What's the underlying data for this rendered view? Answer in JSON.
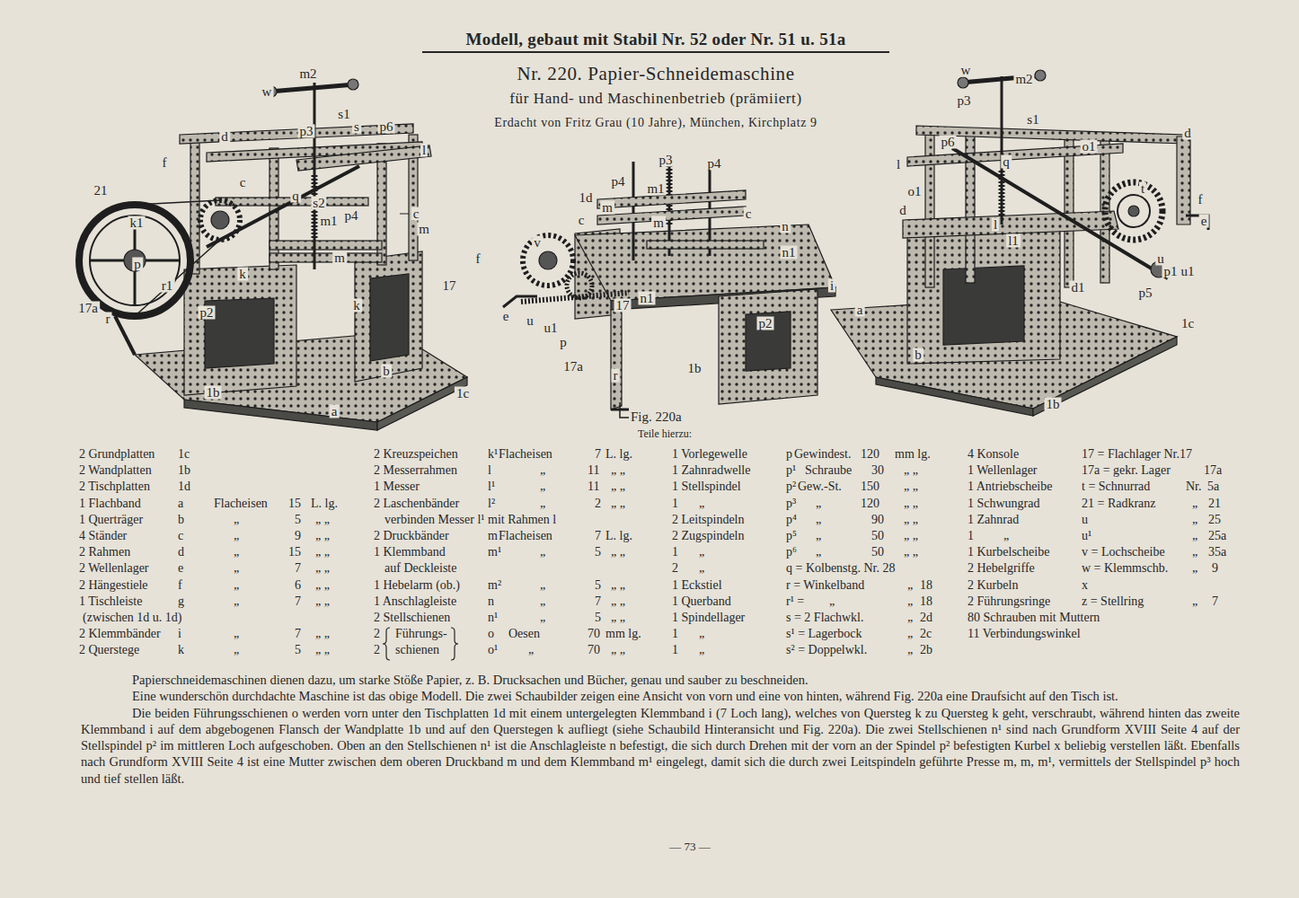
{
  "diagram": {
    "title": "Modell, gebaut mit Stabil Nr. 52 oder Nr. 51 u. 51a",
    "caption": "Fig. 220a",
    "labels": [
      "Nr. 220. Papier-Schneidemaschine",
      "für Hand- und Maschinenbetrieb (prämiiert)",
      "Erdacht von Fritz Grau (10 Jahre), München, Kirchplatz 9",
      "m2",
      "w",
      "s1",
      "s",
      "p6",
      "p3",
      "d",
      "l",
      "f",
      "c",
      "21",
      "q",
      "s2",
      "c",
      "p4",
      "m1",
      "k1",
      "m",
      "m",
      "p",
      "k",
      "17",
      "r1",
      "17a",
      "k",
      "p2",
      "r",
      "b",
      "1b",
      "1c",
      "a",
      "p3",
      "p4",
      "p4",
      "m1",
      "1d",
      "m",
      "c",
      "c",
      "m",
      "n",
      "v",
      "n1",
      "f",
      "i",
      "n1",
      "17",
      "e",
      "u",
      "u1",
      "p2",
      "p",
      "17a",
      "1b",
      "r",
      "w",
      "m2",
      "p3",
      "s1",
      "d",
      "p6",
      "o1",
      "q",
      "l",
      "o1",
      "t",
      "f",
      "d",
      "e",
      "l",
      "l1",
      "u",
      "p1",
      "u1",
      "d1",
      "p5",
      "a",
      "1c",
      "b",
      "1b",
      "Teile hierzu:",
      "2 Grundplatten",
      "1c",
      "2 Wandplatten",
      "1b",
      "2 Tischplatten",
      "1d",
      "1 Flachband",
      "a",
      "Flacheisen",
      "15",
      "L. lg.",
      "1 Querträger",
      "b",
      "„",
      "5",
      "„ „",
      "4 Ständer",
      "c",
      "„",
      "9",
      "„ „",
      "2 Rahmen",
      "d",
      "„",
      "15",
      "„ „",
      "2 Wellenlager",
      "e",
      "„",
      "7",
      "„ „",
      "2 Hängestiele",
      "f",
      "„",
      "6",
      "„ „",
      "1 Tischleiste",
      "g",
      "„",
      "7",
      "„ „",
      "(zwischen 1d u. 1d)",
      "2 Klemmbänder",
      "i",
      "„",
      "7",
      "„ „",
      "2 Querstege",
      "k",
      "„",
      "5",
      "„ „",
      "2 Kreuzspeichen",
      "k¹",
      "Flacheisen",
      "7",
      "L. lg.",
      "2 Messerrahmen",
      "l",
      "„",
      "11",
      "„ „",
      "1 Messer",
      "l¹",
      "„",
      "11",
      "„ „",
      "2 Laschenbänder",
      "l²",
      "„",
      "2",
      "„ „",
      "verbinden Messer l¹ mit Rahmen l",
      "2 Druckbänder",
      "m",
      "Flacheisen",
      "7",
      "L. lg.",
      "1 Klemmband",
      "m¹",
      "„",
      "5",
      "„ „",
      "auf Deckleiste",
      "1 Hebelarm (ob.)",
      "m²",
      "„",
      "5",
      "„ „",
      "1 Anschlagleiste",
      "n",
      "„",
      "7",
      "„ „",
      "2 Stellschienen",
      "n¹",
      "„",
      "5",
      "„ „",
      "2",
      "Führungs-",
      "o",
      "Oesen",
      "70",
      "mm lg.",
      "2",
      "schienen",
      "o¹",
      "„",
      "70",
      "„ „",
      "1 Vorlegewelle",
      "p",
      "Gewindest.",
      "120",
      "mm lg.",
      "1 Zahnradwelle",
      "p¹",
      "Schraube",
      "30",
      "„ „",
      "1 Stellspindel",
      "p²",
      "Gew.-St.",
      "150",
      "„ „",
      "1",
      "„",
      "p³",
      "„",
      "120",
      "„ „",
      "2 Leitspindeln",
      "p⁴",
      "„",
      "90",
      "„ „",
      "2 Zugspindeln",
      "p⁵",
      "„",
      "50",
      "„ „",
      "1",
      "„",
      "p⁶",
      "„",
      "50",
      "„ „",
      "2",
      "„",
      "q = Kolbenstg. Nr. 28",
      "1 Eckstiel",
      "r = Winkelband",
      "„",
      "18",
      "1 Querband",
      "r¹ =",
      "„",
      "„",
      "18",
      "1 Spindellager",
      "s = 2 Flachwkl.",
      "„",
      "2d",
      "1",
      "„",
      "s¹ = Lagerbock",
      "„",
      "2c",
      "1",
      "„",
      "s² = Doppelwkl.",
      "„",
      "2b",
      "4 Konsole",
      "17 = Flachlager Nr.17",
      "1 Wellenlager",
      "17a = gekr. Lager",
      "17a",
      "1 Antriebscheibe",
      "t = Schnurrad",
      "Nr.",
      "5a",
      "1 Schwungrad",
      "21 = Radkranz",
      "„",
      "21",
      "1 Zahnrad",
      "u",
      "„",
      "25",
      "1",
      "„",
      "u¹",
      "„",
      "25a",
      "1 Kurbelscheibe",
      "v = Lochscheibe",
      "„",
      "35a",
      "2 Hebelgriffe",
      "w = Klemmschb.",
      "„",
      "9",
      "2 Kurbeln",
      "x",
      "2 Führungsringe",
      "z = Stellring",
      "„",
      "7",
      "80 Schrauben mit Muttern",
      "11 Verbindungswinkel",
      "Papierschneidemaschinen dienen dazu, um starke Stöße Papier, z. B. Drucksachen und Bücher, genau und sauber zu beschneiden.",
      "Eine wunderschön durchdachte Maschine ist das obige Modell. Die zwei Schaubilder zeigen eine Ansicht von vorn und eine von hinten, während Fig. 220a eine Draufsicht auf den Tisch ist.",
      "Die beiden Führungsschienen o werden vorn unter den Tischplatten 1d mit einem untergelegten Klemmband i (7 Loch lang), welches von Quersteg k zu Quersteg k geht, verschraubt, während hinten das zweite Klemmband i auf dem abgebogenen Flansch der Wandplatte 1b und auf den Querstegen k aufliegt (siehe Schaubild Hinteransicht und Fig. 220a). Die zwei Stellschienen n¹ sind nach Grundform XVIII Seite 4 auf der Stellspindel p² im mittleren Loch aufgeschoben. Oben an den Stellschienen n¹ ist die Anschlagleiste n befestigt, die sich durch Drehen mit der vorn an der Spindel p² befestigten Kurbel x beliebig verstellen läßt. Ebenfalls nach Grundform XVIII Seite 4 ist eine Mutter zwischen dem oberen Druckband m und dem Klemmband m¹ eingelegt, damit sich die durch zwei Leitspindeln geführte Presse m, m, m¹, vermittels der Stellspindel p³ hoch und tief stellen läßt.",
      "— 73 —"
    ]
  }
}
